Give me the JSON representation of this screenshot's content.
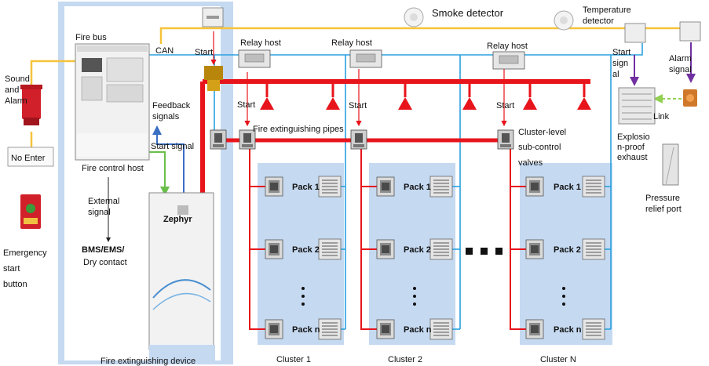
{
  "labels": {
    "sound_alarm": "Sound and Alarm",
    "no_enter": "No Enter",
    "emergency_start": "Emergency start button",
    "fire_bus": "Fire bus",
    "can": "CAN",
    "fire_control_host": "Fire control host",
    "feedback_signals": "Feedback signals",
    "start_signal": "Start signal",
    "external_signal": "External signal",
    "bms_ems": "BMS/EMS/",
    "dry_contact": "Dry contact",
    "fire_extinguishing_device": "Fire extinguishing device",
    "start": "Start",
    "relay_host": "Relay host",
    "smoke_detector": "Smoke detector",
    "temperature_detector": "Temperature detector",
    "start_signal_right": "Start signal",
    "alarm_signal": "Alarm signal",
    "link": "Link",
    "fire_pipes": "Fire extinguishing pipes",
    "cluster_valves": "Cluster-level sub-control valves",
    "explosion_exhaust": "Explosion-proof exhaust",
    "pressure_relief": "Pressure relief port",
    "pack_1": "Pack 1",
    "pack_2": "Pack 2",
    "pack_n": "Pack n",
    "cluster_1": "Cluster 1",
    "cluster_2": "Cluster 2",
    "cluster_n": "Cluster N",
    "brand": "Zephyr"
  },
  "colors": {
    "fire_bus": "#f5c33b",
    "can": "#2aa0e0",
    "pipe": "#e8141b",
    "feedback": "#3a6fc4",
    "start_green": "#6abf4b",
    "signal_purple": "#7030a0",
    "link_green": "#92d050",
    "panel_bg": "#c5d9f1"
  }
}
